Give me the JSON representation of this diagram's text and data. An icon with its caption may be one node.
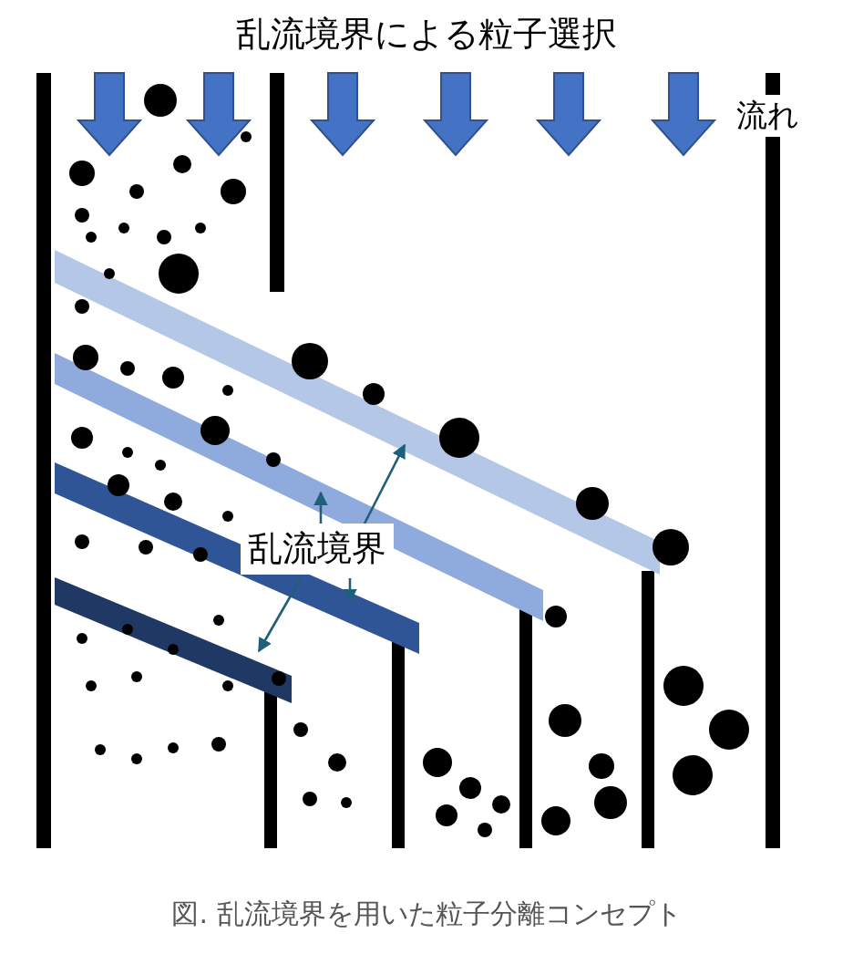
{
  "diagram": {
    "title": "乱流境界による粒子選択",
    "caption": "図. 乱流境界を用いた粒子分離コンセプト",
    "nodes": [
      {
        "text": [
          "乱流境界"
        ]
      },
      {
        "text": [],
        "shape": "bar"
      },
      {
        "text": [],
        "shape": "bar"
      },
      {
        "text": [],
        "shape": "bar"
      },
      {
        "text": [],
        "shape": "bar"
      }
    ],
    "edges": [
      {
        "from": 0,
        "to": 1,
        "arrow": "to"
      },
      {
        "from": 0,
        "to": 2,
        "arrow": "to"
      },
      {
        "from": 0,
        "to": 3,
        "arrow": "to"
      },
      {
        "from": 0,
        "to": 4,
        "arrow": "to"
      }
    ],
    "labels": [
      "流れ"
    ]
  }
}
